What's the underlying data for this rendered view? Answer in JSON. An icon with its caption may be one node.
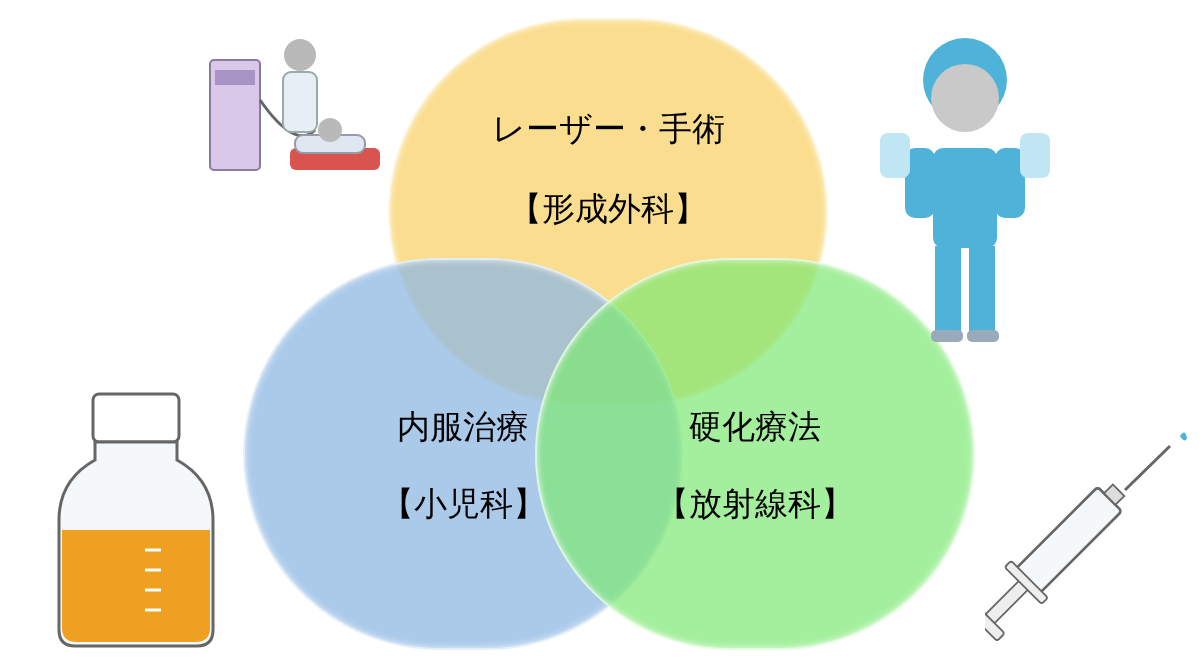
{
  "diagram": {
    "nodes": [
      {
        "text": [
          "レーザー・手術",
          "【形成外科】"
        ]
      },
      {
        "text": [
          "内服治療",
          "【小児科】"
        ]
      },
      {
        "text": [
          "硬化療法",
          "【放射線科】"
        ]
      }
    ]
  }
}
